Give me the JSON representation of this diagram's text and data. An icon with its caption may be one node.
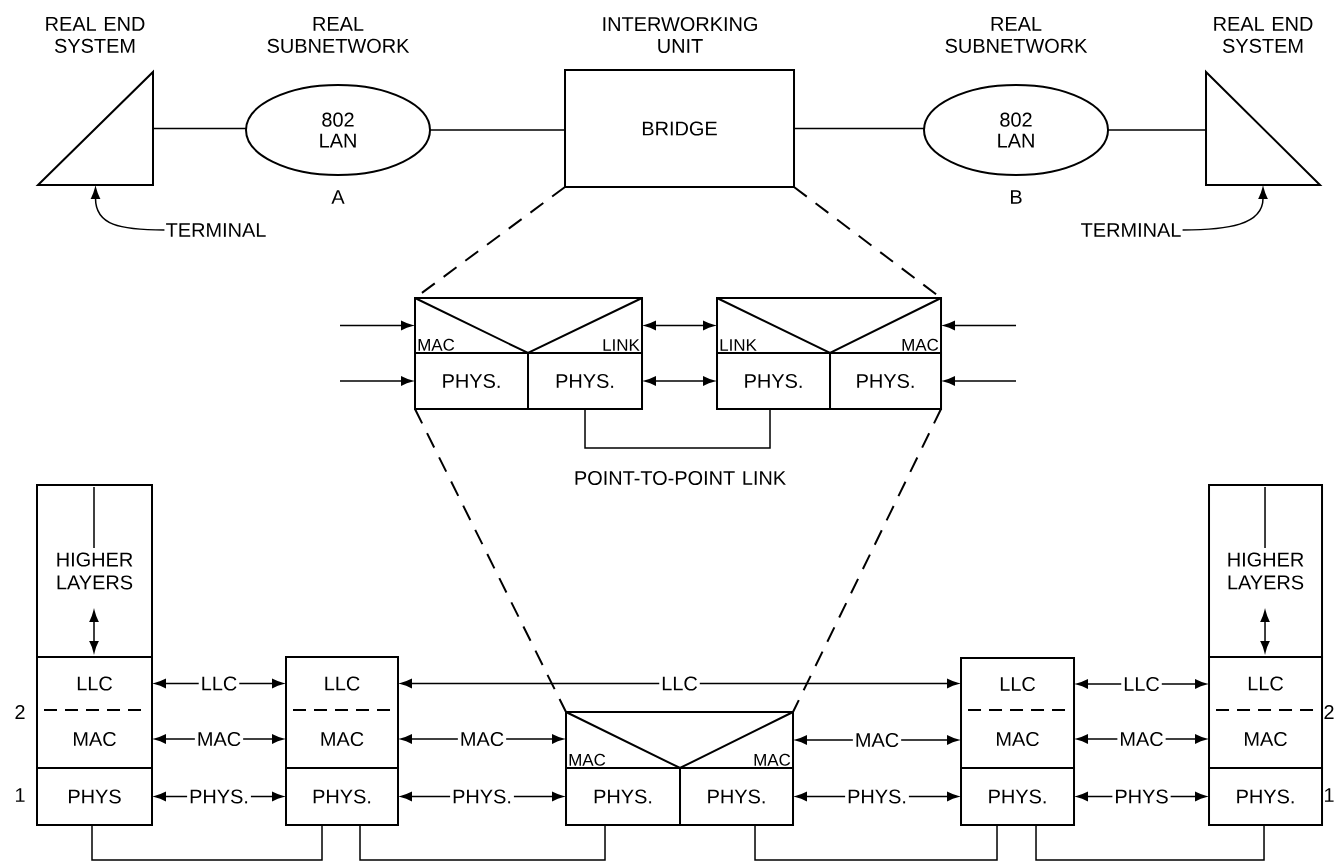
{
  "diagram": {
    "nodes": [
      {
        "text": [
          "REAL END SYSTEM"
        ]
      },
      {
        "text": [
          "REAL SUBNETWORK",
          "802 LAN"
        ],
        "beside": [
          "A"
        ]
      },
      {
        "text": [
          "INTERWORKING UNIT",
          "BRIDGE"
        ]
      },
      {
        "text": [
          "REAL SUBNETWORK",
          "802 LAN"
        ],
        "beside": [
          "B"
        ]
      },
      {
        "text": [
          "REAL END SYSTEM"
        ]
      },
      {
        "text": [
          "TERMINAL"
        ]
      },
      {
        "text": [
          "TERMINAL"
        ]
      },
      {
        "text": [],
        "shape": "box"
      },
      {
        "text": [
          "MAC"
        ],
        "in": 7
      },
      {
        "text": [
          "LINK"
        ],
        "in": 7
      },
      {
        "text": [
          "PHYS."
        ],
        "in": 7
      },
      {
        "text": [
          "PHYS."
        ],
        "in": 7
      },
      {
        "text": [],
        "shape": "box"
      },
      {
        "text": [
          "LINK"
        ],
        "in": 12
      },
      {
        "text": [
          "MAC"
        ],
        "in": 12
      },
      {
        "text": [
          "PHYS."
        ],
        "in": 12
      },
      {
        "text": [
          "PHYS."
        ],
        "in": 12
      },
      {
        "text": [
          "HIGHER LAYERS"
        ]
      },
      {
        "text": [
          "LLC"
        ]
      },
      {
        "text": [
          "MAC"
        ]
      },
      {
        "text": [
          "PHYS"
        ]
      },
      {
        "text": [
          "LLC"
        ]
      },
      {
        "text": [
          "MAC"
        ]
      },
      {
        "text": [
          "PHYS."
        ]
      },
      {
        "text": [],
        "shape": "box"
      },
      {
        "text": [
          "MAC"
        ],
        "in": 24
      },
      {
        "text": [
          "MAC"
        ],
        "in": 24
      },
      {
        "text": [
          "PHYS."
        ],
        "in": 24
      },
      {
        "text": [
          "PHYS."
        ],
        "in": 24
      },
      {
        "text": [
          "LLC"
        ]
      },
      {
        "text": [
          "MAC"
        ]
      },
      {
        "text": [
          "PHYS."
        ]
      },
      {
        "text": [
          "HIGHER LAYERS"
        ]
      },
      {
        "text": [
          "LLC"
        ]
      },
      {
        "text": [
          "MAC"
        ]
      },
      {
        "text": [
          "PHYS."
        ]
      }
    ],
    "edges": [
      {
        "from": 0,
        "to": 1,
        "arrow": "none"
      },
      {
        "from": 1,
        "to": 2,
        "arrow": "none"
      },
      {
        "from": 2,
        "to": 3,
        "arrow": "none"
      },
      {
        "from": 3,
        "to": 4,
        "arrow": "none"
      },
      {
        "from": 5,
        "to": 0,
        "arrow": "to"
      },
      {
        "from": 6,
        "to": 4,
        "arrow": "to"
      },
      {
        "from": 2,
        "to": 7,
        "arrow": "none",
        "style": "dashed"
      },
      {
        "from": 2,
        "to": 12,
        "arrow": "none",
        "style": "dashed"
      },
      {
        "from": null,
        "to": 8,
        "arrow": "to"
      },
      {
        "from": null,
        "to": 10,
        "arrow": "to"
      },
      {
        "from": 9,
        "to": 13,
        "arrow": "both"
      },
      {
        "from": 11,
        "to": 15,
        "arrow": "both"
      },
      {
        "from": null,
        "to": 14,
        "arrow": "to"
      },
      {
        "from": null,
        "to": 16,
        "arrow": "to"
      },
      {
        "from": 11,
        "to": 15,
        "arrow": "none"
      },
      {
        "from": 7,
        "to": 24,
        "arrow": "none",
        "style": "dashed"
      },
      {
        "from": 12,
        "to": 24,
        "arrow": "none",
        "style": "dashed"
      },
      {
        "from": 18,
        "to": 21,
        "arrow": "both",
        "label": "LLC"
      },
      {
        "from": 19,
        "to": 22,
        "arrow": "both",
        "label": "MAC"
      },
      {
        "from": 20,
        "to": 23,
        "arrow": "both",
        "label": "PHYS."
      },
      {
        "from": 21,
        "to": 29,
        "arrow": "both",
        "label": "LLC"
      },
      {
        "from": 22,
        "to": 25,
        "arrow": "both",
        "label": "MAC"
      },
      {
        "from": 23,
        "to": 27,
        "arrow": "both",
        "label": "PHYS."
      },
      {
        "from": 26,
        "to": 30,
        "arrow": "both",
        "label": "MAC"
      },
      {
        "from": 28,
        "to": 31,
        "arrow": "both",
        "label": "PHYS."
      },
      {
        "from": 29,
        "to": 33,
        "arrow": "both",
        "label": "LLC"
      },
      {
        "from": 30,
        "to": 34,
        "arrow": "both",
        "label": "MAC"
      },
      {
        "from": 31,
        "to": 35,
        "arrow": "both",
        "label": "PHYS"
      },
      {
        "from": 20,
        "to": 23,
        "arrow": "none"
      },
      {
        "from": 23,
        "to": 27,
        "arrow": "none"
      },
      {
        "from": 28,
        "to": 31,
        "arrow": "none"
      },
      {
        "from": 31,
        "to": 35,
        "arrow": "none"
      }
    ],
    "labels": [
      "POINT-TO-POINT LINK",
      "2",
      "2",
      "1",
      "1"
    ]
  }
}
